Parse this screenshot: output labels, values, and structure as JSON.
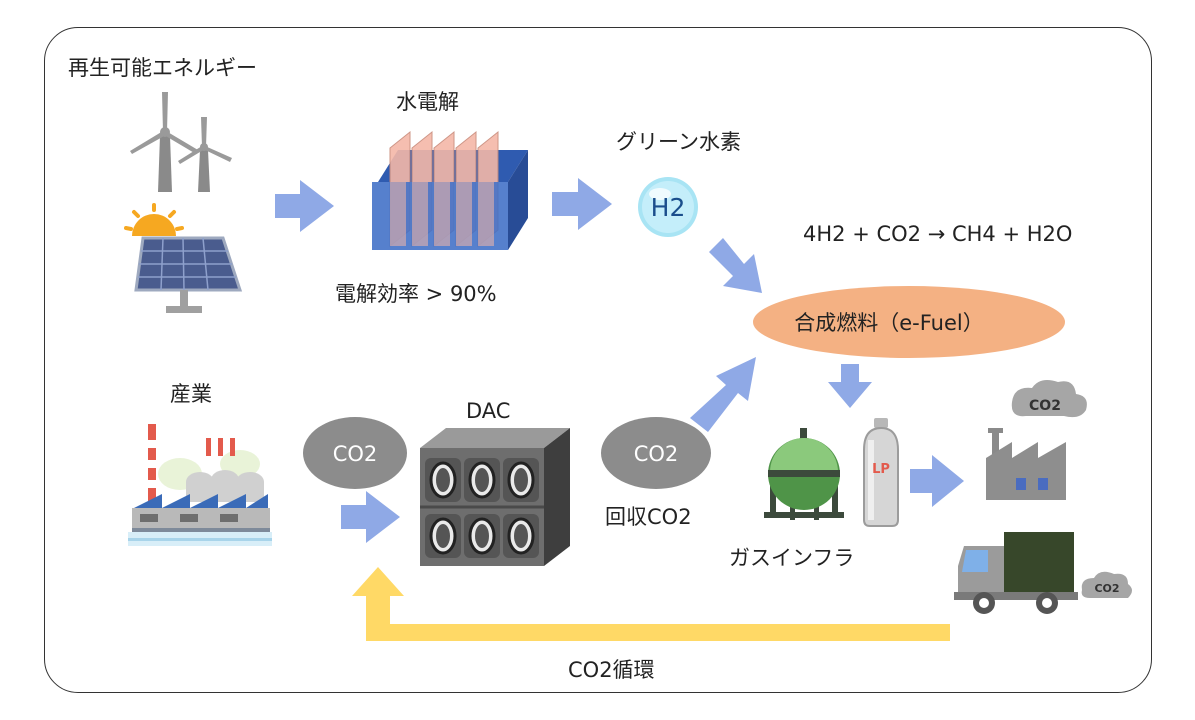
{
  "labels": {
    "renewable": "再生可能エネルギー",
    "electrolysis": "水電解",
    "green_hydrogen": "グリーン水素",
    "reaction": "4H2 + CO2 → CH4 + H2O",
    "efficiency": "電解効率 > 90%",
    "synthetic_fuel": "合成燃料（e-Fuel）",
    "industry": "産業",
    "dac": "DAC",
    "recovered_co2": "回収CO2",
    "gas_infra": "ガスインフラ",
    "co2_cycle": "CO2循環"
  },
  "bubbles": {
    "co2_industry": "CO2",
    "co2_dac": "CO2",
    "h2": "H2",
    "lp": "LP",
    "co2_factory": "CO2",
    "co2_truck": "CO2"
  },
  "colors": {
    "arrow_blue": "#8fa9e6",
    "cycle_arrow_yellow": "#ffd966",
    "ellipse_orange": "#f4b183",
    "co2_bubble_gray": "#8c8c8c",
    "electrolyzer_blue": "#3f6ec6"
  }
}
